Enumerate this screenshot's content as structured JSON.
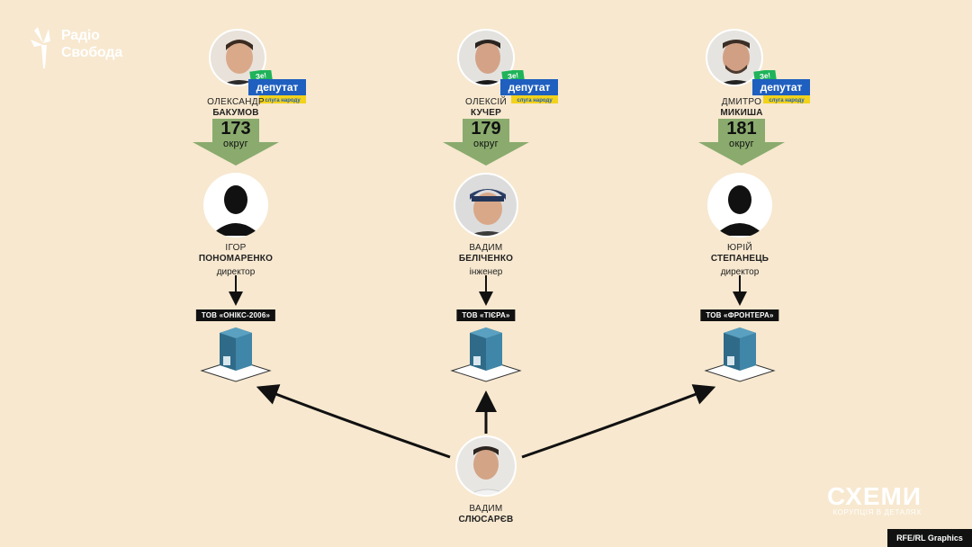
{
  "brand": {
    "logo_line1": "Радіо",
    "logo_line2": "Свобода"
  },
  "badge": {
    "top": "Зе!",
    "main": "депутат",
    "sub": "слуга народу"
  },
  "district_word": "округ",
  "deputies": [
    {
      "first": "ОЛЕКСАНДР",
      "last": "БАКУМОВ",
      "district": "173"
    },
    {
      "first": "ОЛЕКСІЙ",
      "last": "КУЧЕР",
      "district": "179"
    },
    {
      "first": "ДМИТРО",
      "last": "МИКИША",
      "district": "181"
    }
  ],
  "directors": [
    {
      "first": "ІГОР",
      "last": "ПОНОМАРЕНКО",
      "role": "директор",
      "company": "ТОВ «ОНІКС-2006»"
    },
    {
      "first": "ВАДИМ",
      "last": "БЕЛІЧЕНКО",
      "role": "інженер",
      "company": "ТОВ «ТІЄРА»"
    },
    {
      "first": "ЮРІЙ",
      "last": "СТЕПАНЕЦЬ",
      "role": "директор",
      "company": "ТОВ «ФРОНТЕРА»"
    }
  ],
  "owner": {
    "first": "ВАДИМ",
    "last": "СЛЮСАРЄВ"
  },
  "watermark": {
    "title": "СХЕМИ",
    "subtitle": "КОРУПЦІЯ В ДЕТАЛЯХ"
  },
  "credit": "RFE/RL Graphics",
  "colors": {
    "background": "#f7e8cf",
    "arrow_green": "#8aab6d",
    "building_blue": "#2f6b88",
    "badge_blue": "#1e5fbf",
    "badge_yellow": "#f2d21a"
  }
}
